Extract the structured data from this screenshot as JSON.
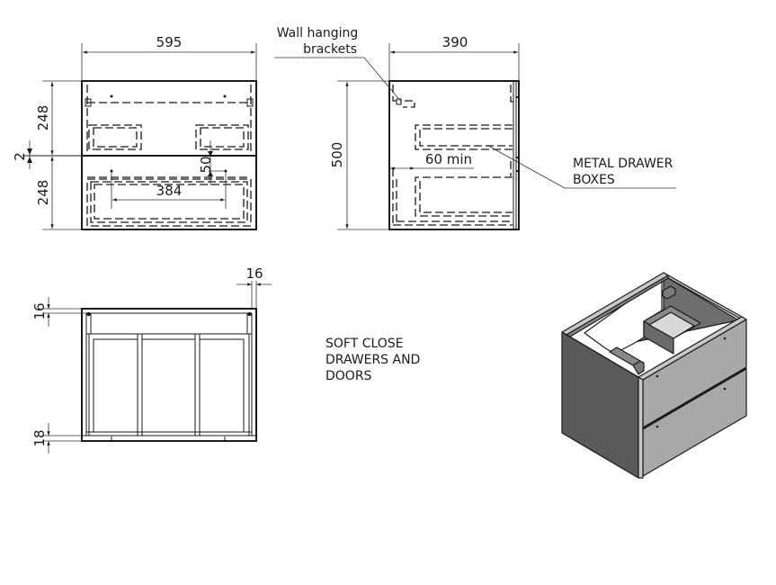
{
  "drawing": {
    "front_view": {
      "width_dim": "595",
      "upper_height_dim": "248",
      "lower_height_dim": "248",
      "gap_dim": "2",
      "handle_offset_dim": "50",
      "handle_spacing_dim": "384"
    },
    "side_view": {
      "depth_dim": "390",
      "height_dim": "500",
      "min_clearance_dim": "60 min",
      "callout_brackets": [
        "Wall hanging",
        "brackets"
      ],
      "callout_drawers": [
        "METAL DRAWER",
        "BOXES"
      ]
    },
    "top_view": {
      "side_thickness_dim": "16",
      "top_thickness_dim": "16",
      "bottom_thickness_dim": "18"
    },
    "notes": {
      "soft_close": [
        "SOFT CLOSE",
        "DRAWERS AND",
        "DOORS"
      ]
    },
    "isometric": {
      "colors": {
        "side_panel": "#5a5a5a",
        "front_panel": "#a8a8a8",
        "inner": "#7a7a7a",
        "edge": "#c8c8c8",
        "outline": "#1a1a1a"
      }
    }
  }
}
